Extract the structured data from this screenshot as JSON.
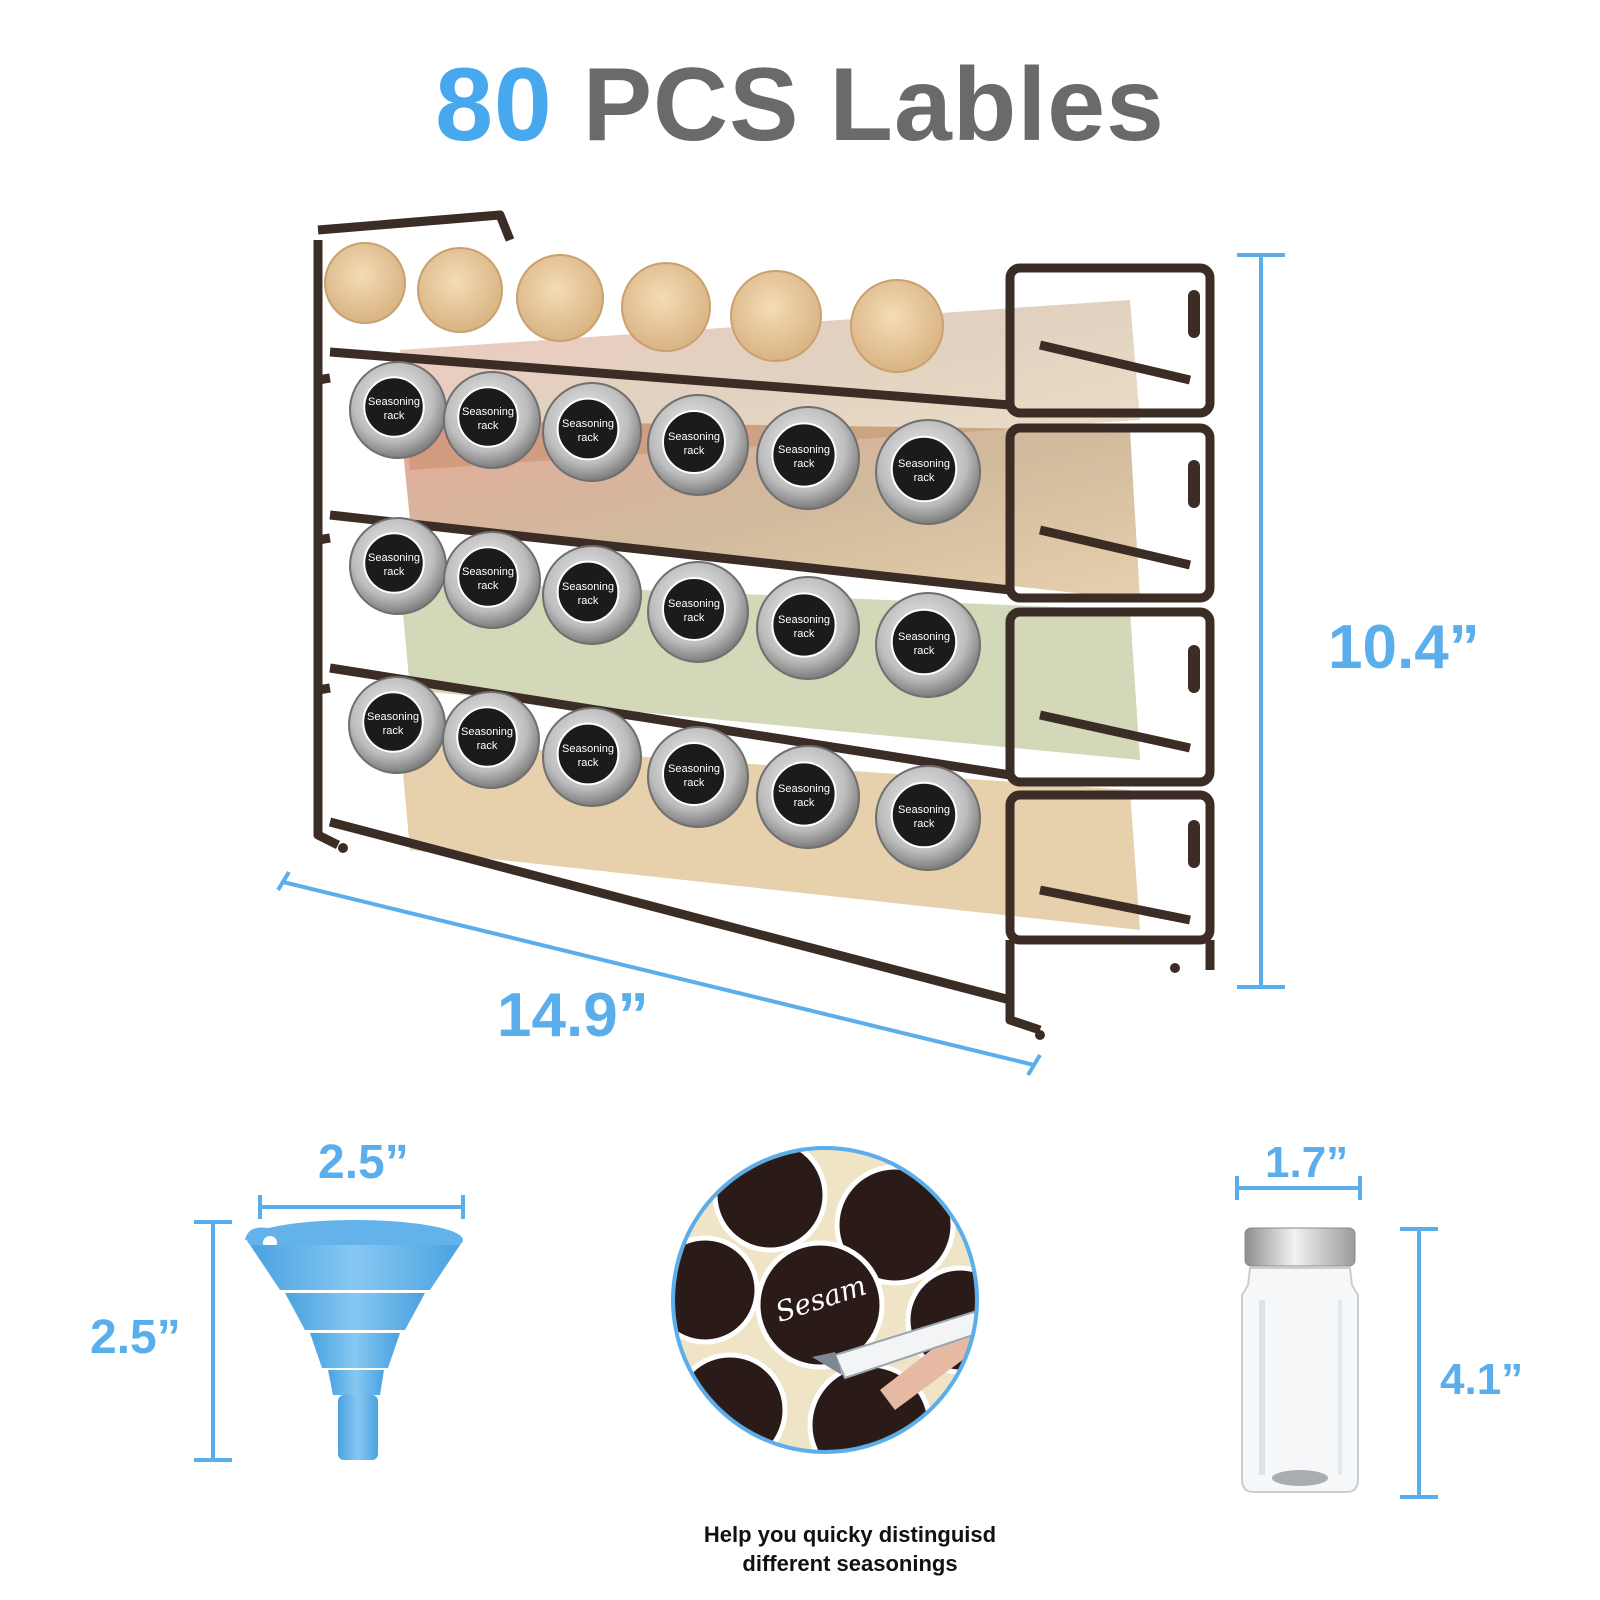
{
  "headline": {
    "count": "80",
    "text": "PCS Lables"
  },
  "rack": {
    "width": "14.9”",
    "height": "10.4”"
  },
  "jar_label_text": [
    "Seasoning",
    "rack"
  ],
  "funnel": {
    "width": "2.5”",
    "height": "2.5”"
  },
  "bottle": {
    "width": "1.7”",
    "height": "4.1”"
  },
  "sticker": {
    "handwriting": "Sesam"
  },
  "caption": {
    "line1": "Help you quicky distinguisd",
    "line2": "different seasonings"
  },
  "colors": {
    "accent_blue": "#5aaeec",
    "headline_blue": "#47a8ee",
    "headline_gray": "#6a6a6a",
    "rack_metal": "#3b2c26",
    "funnel_blue": "#6cb9ec",
    "wood_cap": "#e8c89c"
  },
  "icons": [
    "spice-rack-illustration",
    "wooden-cap-icon",
    "spice-jar-lid-icon",
    "collapsible-funnel-icon",
    "label-sticker-sheet-icon",
    "pen-icon",
    "spice-bottle-icon"
  ]
}
